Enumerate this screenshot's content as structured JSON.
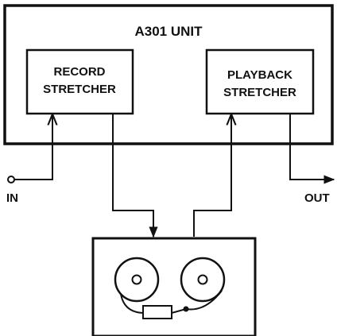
{
  "unit_title": "A301 UNIT",
  "record_box": {
    "line1": "RECORD",
    "line2": "STRETCHER"
  },
  "playback_box": {
    "line1": "PLAYBACK",
    "line2": "STRETCHER"
  },
  "input_label": "IN",
  "output_label": "OUT",
  "icons": [
    "tape-recorder-icon",
    "input-terminal-icon",
    "output-arrow-icon"
  ]
}
